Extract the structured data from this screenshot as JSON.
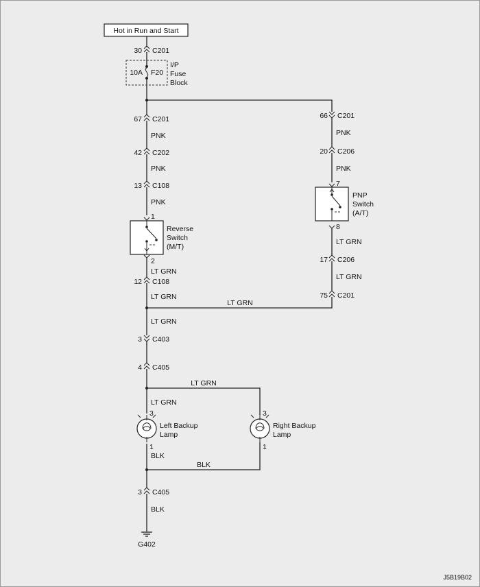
{
  "title": "Hot in Run and Start",
  "figure_id": "J5B19B02",
  "fuse": {
    "amps": "10A",
    "id": "F20",
    "block": [
      "I/P",
      "Fuse",
      "Block"
    ]
  },
  "left": {
    "c201_top": {
      "pin": "30",
      "name": "C201"
    },
    "c201": {
      "pin": "67",
      "name": "C201"
    },
    "wire1": "PNK",
    "c202": {
      "pin": "42",
      "name": "C202"
    },
    "wire2": "PNK",
    "c108": {
      "pin": "13",
      "name": "C108"
    },
    "wire3": "PNK",
    "switch": {
      "pin_in": "1",
      "pin_out": "2",
      "label": [
        "Reverse",
        "Switch",
        "(M/T)"
      ]
    },
    "wire4": "LT GRN",
    "c108b": {
      "pin": "12",
      "name": "C108"
    },
    "wire5": "LT GRN",
    "wire6": "LT GRN",
    "c403": {
      "pin": "3",
      "name": "C403"
    },
    "c405": {
      "pin": "4",
      "name": "C405"
    },
    "wire7": "LT GRN",
    "wire8": "BLK",
    "c405b": {
      "pin": "3",
      "name": "C405"
    },
    "wire9": "BLK",
    "ground": "G402"
  },
  "right": {
    "c201": {
      "pin": "66",
      "name": "C201"
    },
    "wire1": "PNK",
    "c206": {
      "pin": "20",
      "name": "C206"
    },
    "wire2": "PNK",
    "switch": {
      "pin_in": "7",
      "pin_out": "8",
      "label": [
        "PNP",
        "Switch",
        "(A/T)"
      ]
    },
    "wire3": "LT GRN",
    "c206b": {
      "pin": "17",
      "name": "C206"
    },
    "wire4": "LT GRN",
    "c201b": {
      "pin": "75",
      "name": "C201"
    }
  },
  "cross_wire": "LT GRN",
  "lamp_link_wire": "LT GRN",
  "ground_link_wire": "BLK",
  "lamps": {
    "left": {
      "pin_top": "3",
      "pin_bottom": "1",
      "label": [
        "Left Backup",
        "Lamp"
      ]
    },
    "right": {
      "pin_top": "3",
      "pin_bottom": "1",
      "label": [
        "Right Backup",
        "Lamp"
      ]
    }
  }
}
